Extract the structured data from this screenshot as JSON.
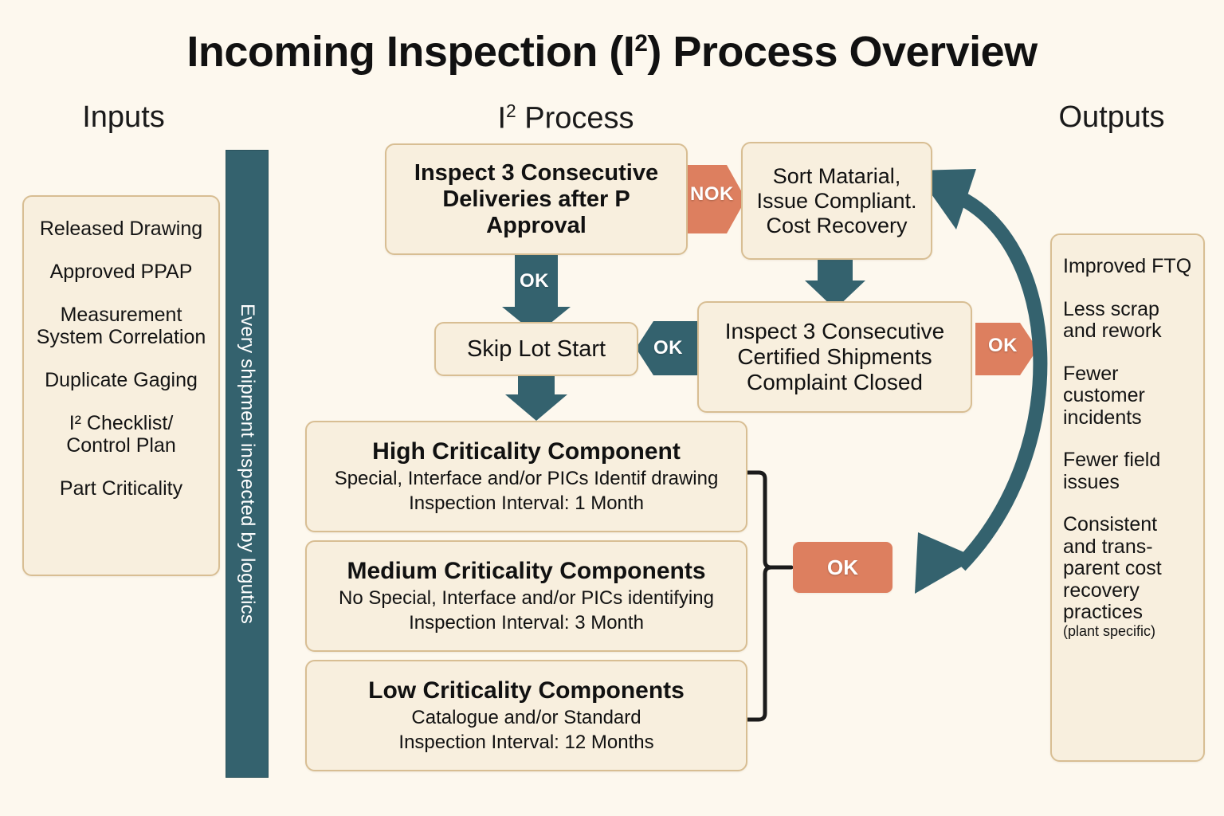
{
  "title": {
    "main": "Incoming Inspection (I²) Process Overview"
  },
  "columns": {
    "inputs_label": "Inputs",
    "process_label": "I² Process",
    "outputs_label": "Outputs"
  },
  "inputs": {
    "items": [
      "Released Drawing",
      "Approved PPAP",
      "Measurement System Correlation",
      "Duplicate Gaging",
      "I² Checklist/ Control Plan",
      "Part Criticality"
    ]
  },
  "vertical_band": {
    "text": "Every shipment inspected by logutics",
    "color": "#34626E"
  },
  "process": {
    "inspect3_deliveries": "Inspect 3 Consecutive Deliveries after P Approval",
    "sort_material": "Sort Matarial, Issue Compliant. Cost Recovery",
    "skip_lot_start": "Skip Lot Start",
    "inspect3_certified": "Inspect 3 Consecutive Certified Shipments Complaint Closed",
    "criticality": [
      {
        "title": "High Criticality Component",
        "desc": "Special, Interface and/or PICs Identif drawing",
        "interval": "Inspection Interval: 1 Month"
      },
      {
        "title": "Medium Criticality Components",
        "desc": "No Special, Interface and/or PICs identifying",
        "interval": "Inspection Interval: 3 Month"
      },
      {
        "title": "Low Criticality Components",
        "desc": "Catalogue and/or Standard",
        "interval": "Inspection Interval: 12 Months"
      }
    ]
  },
  "badges": {
    "ok_down": "OK",
    "ok_left": "OK",
    "nok_right": "NOK",
    "ok_outputs": "OK",
    "ok_criticality": "OK"
  },
  "outputs": {
    "items": [
      {
        "text": "Improved FTQ",
        "note": ""
      },
      {
        "text": "Less scrap and rework",
        "note": ""
      },
      {
        "text": "Fewer customer incidents",
        "note": ""
      },
      {
        "text": "Fewer field issues",
        "note": ""
      },
      {
        "text": "Consistent and trans-parent cost recovery practices",
        "note": "(plant specific)"
      }
    ]
  },
  "colors": {
    "background": "#FDF8EE",
    "card_fill": "#F8EFDE",
    "card_border": "#D8BE93",
    "teal": "#34626E",
    "orange": "#DD7F5F",
    "text": "#111111"
  }
}
